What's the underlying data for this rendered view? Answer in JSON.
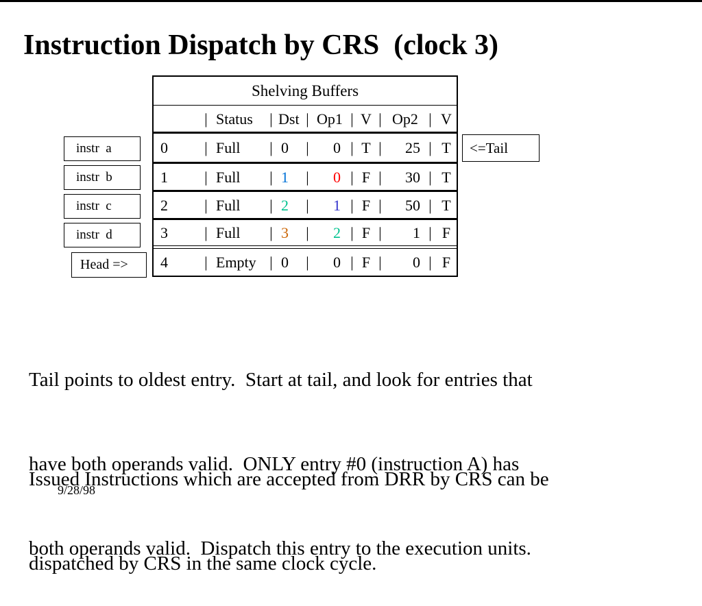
{
  "slide": {
    "title": "Instruction Dispatch by CRS  (clock 3)",
    "date": "9/28/98"
  },
  "labels": {
    "instr_a": "instr  a",
    "instr_b": "instr  b",
    "instr_c": "instr  c",
    "instr_d": "instr  d",
    "head": "Head =>",
    "tail": "<=Tail"
  },
  "table": {
    "title": "Shelving Buffers",
    "pipe": "|",
    "header": {
      "status": "Status",
      "dst": "Dst",
      "op1": "Op1",
      "v1": "V",
      "op2": "Op2",
      "v2": "V"
    },
    "rows": [
      {
        "idx": "0",
        "status": "Full",
        "dst": "0",
        "op1": "0",
        "v1": "T",
        "op2": "25",
        "v2": "T"
      },
      {
        "idx": "1",
        "status": "Full",
        "dst": "1",
        "op1": "0",
        "v1": "F",
        "op2": "30",
        "v2": "T"
      },
      {
        "idx": "2",
        "status": "Full",
        "dst": "2",
        "op1": "1",
        "v1": "F",
        "op2": "50",
        "v2": "T"
      },
      {
        "idx": "3",
        "status": "Full",
        "dst": "3",
        "op1": "2",
        "v1": "F",
        "op2": "1",
        "v2": "F"
      },
      {
        "idx": "4",
        "status": "Empty",
        "dst": "0",
        "op1": "0",
        "v1": "F",
        "op2": "0",
        "v2": "F"
      }
    ]
  },
  "colors": {
    "blue": "#0072d8",
    "indigo": "#3333cc",
    "teal": "#00c28f",
    "orange": "#cc6606",
    "red": "#ff0000",
    "black": "#000000"
  },
  "paragraphs": {
    "p1_lines": [
      "Tail points to oldest entry.  Start at tail, and look for entries that",
      "have both operands valid.  ONLY entry #0 (instruction A) has",
      "both operands valid.  Dispatch this entry to the execution units."
    ],
    "p2_lines": [
      "Issued Instructions which are accepted from DRR by CRS can be",
      "dispatched by CRS in the same clock cycle."
    ]
  }
}
